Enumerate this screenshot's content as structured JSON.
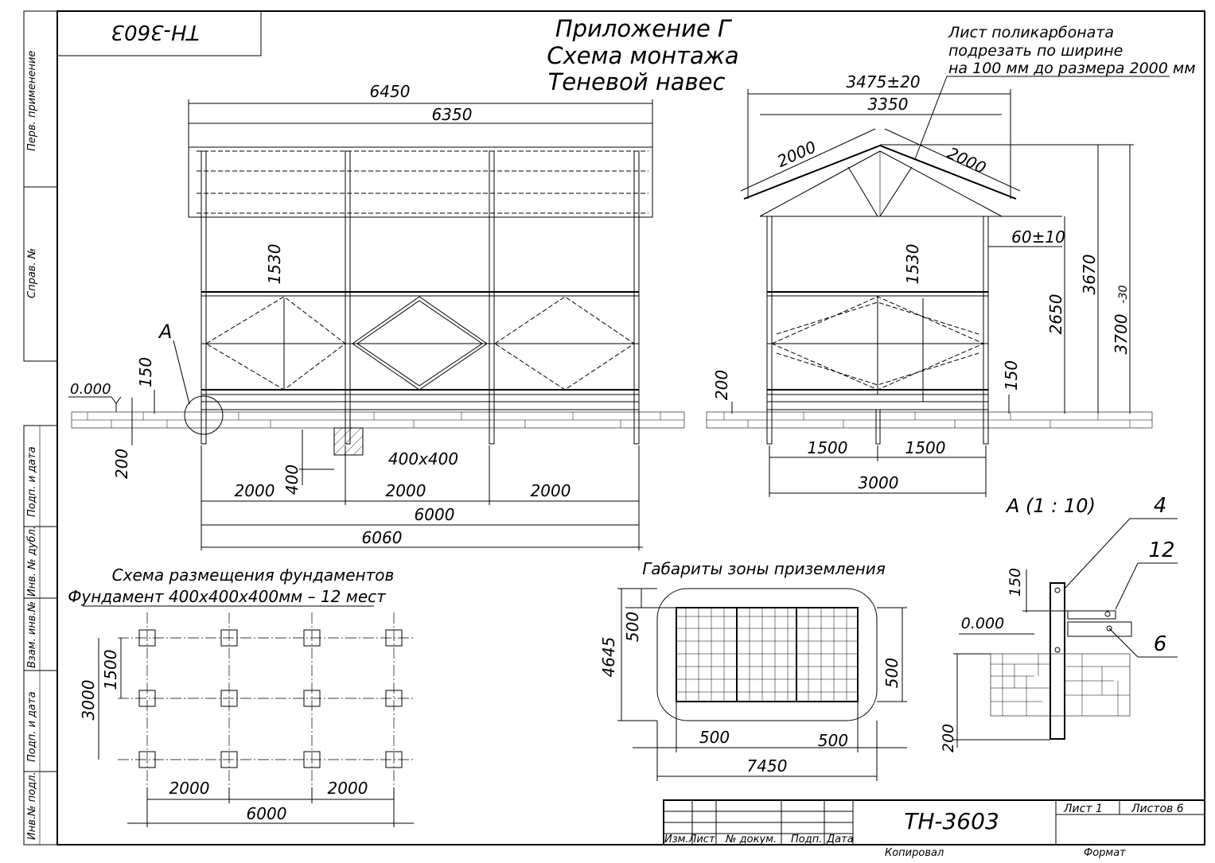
{
  "sheet_code": "ТН-3603",
  "title": {
    "line1": "Приложение Г",
    "line2": "Схема монтажа",
    "line3": "Теневой навес"
  },
  "side_strip": {
    "perv_primenenie": "Перв. применение",
    "sprav_no": "Справ. №",
    "podp_data_1": "Подп. и дата",
    "inv_dubl": "Инв. № дубл.",
    "vzam_inv": "Взам. инв.№",
    "podp_data_2": "Подп. и дата",
    "inv_podl": "Инв.№ подл."
  },
  "front_view": {
    "dim_6450": "6450",
    "dim_6350": "6350",
    "dim_1530": "1530",
    "callout_a": "А",
    "level_0000": "0.000",
    "dim_150": "150",
    "dim_200": "200",
    "dim_400": "400",
    "found_size": "400x400",
    "bay_1": "2000",
    "bay_2": "2000",
    "bay_3": "2000",
    "dim_6000": "6000",
    "dim_6060": "6060"
  },
  "side_view": {
    "note_line1": "Лист поликарбоната",
    "note_line2": "подрезать по ширине",
    "note_line3": "на 100 мм до размера 2000 мм",
    "dim_3475": "3475±20",
    "dim_3350": "3350",
    "roof_left": "2000",
    "roof_right": "2000",
    "dim_60": "60±10",
    "dim_1530": "1530",
    "dim_2650": "2650",
    "dim_3670": "3670",
    "dim_3700": "3700",
    "dim_3700_tol": "-30",
    "dim_200": "200",
    "dim_150": "150",
    "half_left": "1500",
    "half_right": "1500",
    "dim_3000": "3000"
  },
  "detail_a": {
    "title": "А  (1 : 10)",
    "pos_4": "4",
    "pos_12": "12",
    "pos_6": "6",
    "dim_150": "150",
    "level_0000": "0.000",
    "dim_200": "200"
  },
  "foundation_plan": {
    "title1": "Схема размещения фундаментов",
    "title2": "Фундамент 400х400х400мм – 12 мест",
    "dim_1500": "1500",
    "dim_3000": "3000",
    "dim_2000_left": "2000",
    "dim_2000_right": "2000",
    "dim_6000": "6000"
  },
  "landing_zone": {
    "title": "Габариты зоны приземления",
    "dim_500_top": "500",
    "dim_4645": "4645",
    "dim_500_right": "500",
    "dim_500_bl": "500",
    "dim_500_br": "500",
    "dim_7450": "7450"
  },
  "title_block": {
    "code": "ТН-3603",
    "col_izm_list": "Изм.Лист",
    "col_no_dokum": "№ докум.",
    "col_podp": "Подп.",
    "col_data": "Дата",
    "list": "Лист 1",
    "listov": "Листов 6",
    "kopiroval": "Копировал",
    "format": "Формат"
  }
}
